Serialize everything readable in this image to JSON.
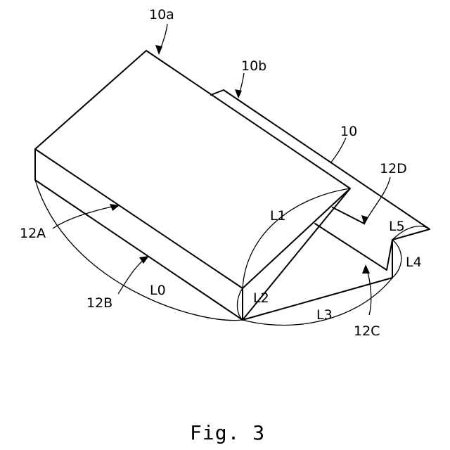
{
  "labels": {
    "10a": "10a",
    "10b": "10b",
    "10": "10",
    "12D": "12D",
    "12A": "12A",
    "12B": "12B",
    "12C": "12C",
    "L0": "L0",
    "L1": "L1",
    "L2": "L2",
    "L3": "L3",
    "L4": "L4",
    "L5": "L5"
  },
  "caption": "Fig. 3"
}
